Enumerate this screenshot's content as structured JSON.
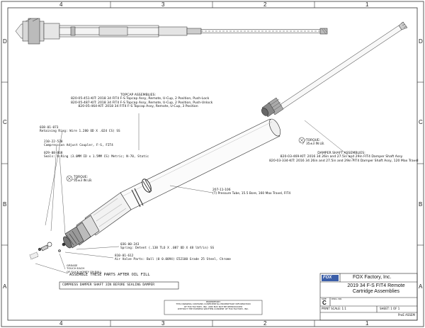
{
  "zones": {
    "columns": [
      "4",
      "3",
      "2",
      "1"
    ],
    "rows": [
      "D",
      "C",
      "B",
      "A"
    ]
  },
  "callouts": {
    "topcap_assemblies": {
      "heading": "TOPCAP ASSEMBLIES:",
      "lines": [
        "820-05-451-KIT: 2018 34 FIT4 F-S Topcap Assy, Remote, U-Cup, 2 Position, Push-Lock",
        "820-05-487-KIT: 2018 34 FIT4 F-S Topcap Assy, Remote, U-Cup, 2 Position, Push-Unlock",
        "820-05-464-KIT: 2018 34 FIT4 F-S Topcap Assy, Remote, U-Cup, 3 Position"
      ]
    },
    "damper_shaft_assemblies": {
      "heading": "DAMPER SHAFT ASSEMBLIES:",
      "lines": [
        "820-03-469-KIT: 2016 34 26in and 27.5in and 29in FIT4 Damper Shaft Assy",
        "820-03-334-KIT: 2016 34 26in and 27.5in and 29in FIT4 Damper Shaft Assy, 120 Max Travel"
      ]
    },
    "torque_shaft": {
      "line1": "TORQUE:",
      "line2": "35±3 IN LB."
    },
    "torque_coupler": {
      "line1": "TORQUE:",
      "line2": "35±3 IN LB."
    },
    "retaining_ring": {
      "part": "038-01-073",
      "desc": "Retaining Ring: Wire 1.280 OD X .024 CS) SS"
    },
    "compression_adjust": {
      "part": "210-22-520",
      "desc": "Compression Adjust Coupler, F-S, FIT4"
    },
    "seals": {
      "part": "029-08-068",
      "desc": "Seals: O-Ring (3.0MM ID x 1.5MM CS) Metric; N-70, Static"
    },
    "pressure_tube": {
      "part": "207-11-106",
      "desc": "(T) Pressure Tube, 15.5 Bore, 160 Max Travel, FIT4"
    },
    "spring": {
      "part": "036-00-243",
      "desc": "Spring: Detent (.138 TLO X .087 OD X 48 lbf/in) SS"
    },
    "ball": {
      "part": "810-01-612",
      "desc": "Air Valve Parts: Ball (0 0.0094) E52100 Grade 25 Steel, Chrome"
    },
    "grease": {
      "line1": "GREASE",
      "line2": "TOUCH EACH",
      "line3": "OF SLICK HONEY ON BALL"
    },
    "assemble_note": "ASSEMBLE THESE PARTS AFTER OIL FILL",
    "compress_note": "COMPRESS DAMPER SHAFT 3IN BEFORE SEALING DAMPER"
  },
  "title_block": {
    "company": "FOX Factory, Inc.",
    "logo": "FOX",
    "title_line1": "2019 34 F-S FIT4 Remote",
    "title_line2": "Cartridge Assemblies",
    "size_label": "SIZE",
    "size": "C",
    "dwg_label": "DWG. NO.",
    "scale_label": "PRINT SCALE:",
    "scale": "1:1",
    "sheet_label": "SHEET:",
    "sheet": "1 OF 1",
    "software": "ProE  ASSEM"
  },
  "proprietary": {
    "heading": "PROPRIETARY",
    "lines": [
      "THIS DRAWING CONTAINS CONFIDENTIAL PROPRIETARY INFORMATION",
      "OF FOX FACTORY, INC. AND MAY NOT BE REPRODUCED",
      "WITHOUT THE EXPRESS WRITTEN CONSENT OF FOX FACTORY, INC."
    ]
  }
}
